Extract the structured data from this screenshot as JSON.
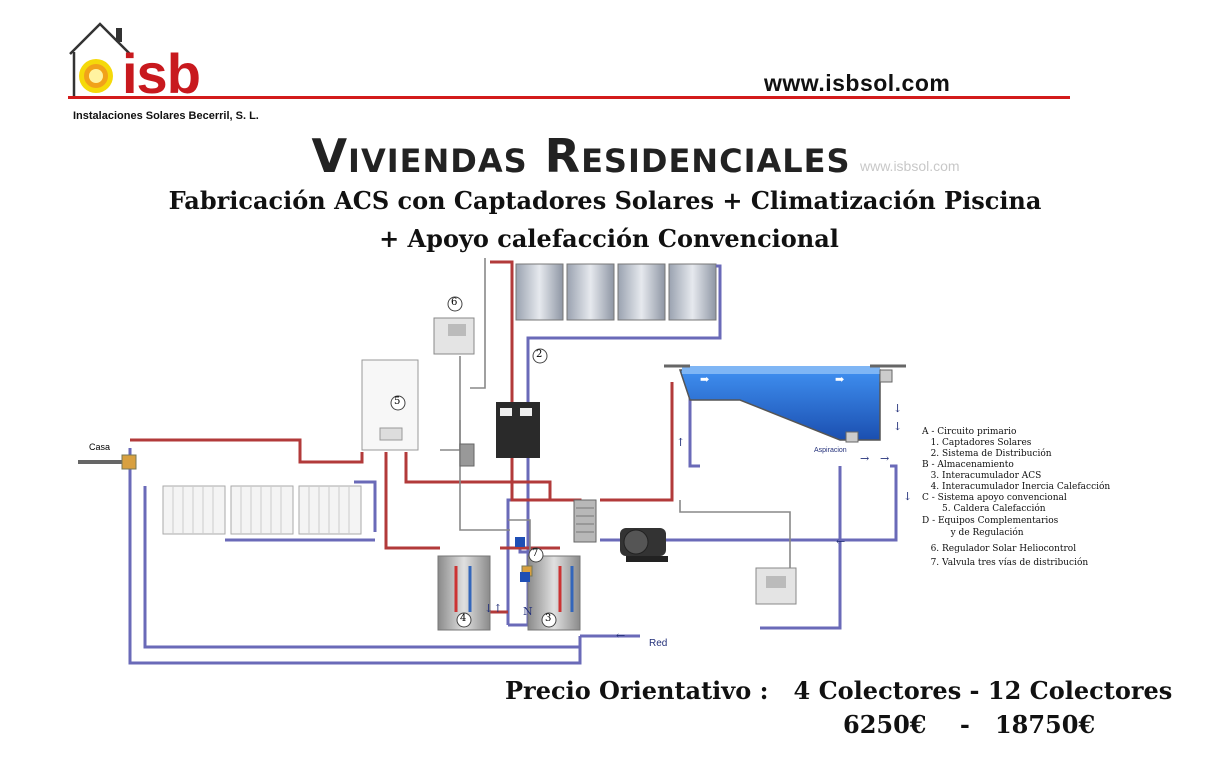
{
  "header": {
    "logo_text": "isb",
    "company_name": "Instalaciones Solares Becerril, S. L.",
    "website": "www.isbsol.com"
  },
  "title": "Viviendas Residenciales",
  "subtitle_line1": "Fabricación ACS con Captadores Solares + Climatización Piscina",
  "subtitle_line2": "+ Apoyo calefacción Convencional",
  "watermark": "www.isbsol.com",
  "diagram": {
    "label_casa": "Casa",
    "label_red": "Red",
    "label_aspiracion": "Aspiracion",
    "component_numbers": [
      "2",
      "3",
      "4",
      "5",
      "6",
      "7"
    ],
    "legend": [
      "A - Circuito primario",
      "   1. Captadores Solares",
      "   2. Sistema de Distribución",
      "B - Almacenamiento",
      "   3. Interacumulador ACS",
      "   4. Interacumulador Inercia Calefacción",
      "C - Sistema apoyo convencional",
      "       5. Caldera Calefacción",
      "D - Equipos Complementarios",
      "          y de Regulación",
      "   6. Regulador Solar Heliocontrol",
      "   7. Valvula tres vías de distribución"
    ]
  },
  "price": {
    "label_line": "Precio Orientativo :   4 Colectores - 12 Colectores",
    "values_line": "6250€    -   18750€"
  },
  "colors": {
    "hot_pipe": "#b23a3a",
    "cold_pipe": "#6a6ab8",
    "brand_red": "#c8191e",
    "pool_water": "#2a6fd6"
  }
}
